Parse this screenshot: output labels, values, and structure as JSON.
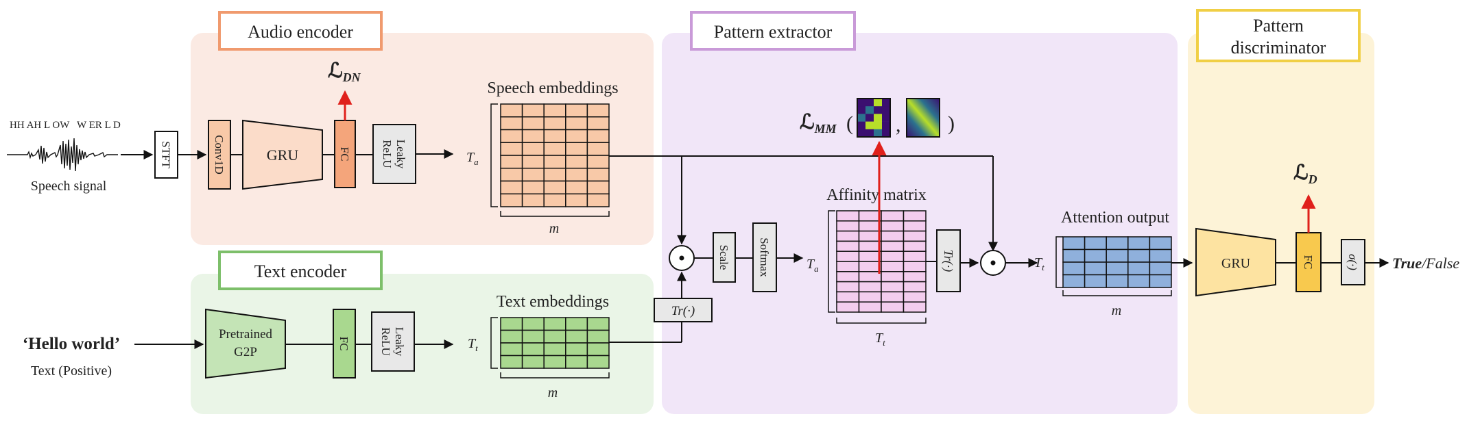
{
  "sections": {
    "audio_encoder": "Audio encoder",
    "text_encoder": "Text encoder",
    "pattern_extractor": "Pattern extractor",
    "pattern_discriminator_line1": "Pattern",
    "pattern_discriminator_line2": "discriminator"
  },
  "inputs": {
    "phonemes": "HH AH L OW   W ER L D",
    "speech_signal": "Speech signal",
    "text_value": "‘Hello world’",
    "text_caption": "Text (Positive)"
  },
  "blocks": {
    "stft": "STFT",
    "conv1d": "Conv1D",
    "gru": "GRU",
    "fc": "FC",
    "leaky_line1": "Leaky",
    "leaky_line2": "ReLU",
    "g2p_line1": "Pretrained",
    "g2p_line2": "G2P",
    "scale": "Scale",
    "softmax": "Softmax",
    "transpose": "Tr(·)",
    "sigma": "σ(·)",
    "dot": "⊙"
  },
  "matrices": {
    "speech": {
      "title": "Speech embeddings",
      "rows_label": "T",
      "rows_sub": "a",
      "cols_label": "m",
      "rows": 8,
      "cols": 5,
      "color": "#f8c9a8"
    },
    "text": {
      "title": "Text embeddings",
      "rows_label": "T",
      "rows_sub": "t",
      "cols_label": "m",
      "rows": 4,
      "cols": 5,
      "color": "#a9d88f"
    },
    "affinity": {
      "title": "Affinity matrix",
      "rows_label": "T",
      "rows_sub": "a",
      "cols_label": "T",
      "cols_sub": "t",
      "rows": 10,
      "cols": 4,
      "color": "#f3cdee"
    },
    "attention": {
      "title": "Attention output",
      "rows_label": "T",
      "rows_sub": "t",
      "cols_label": "m",
      "rows": 4,
      "cols": 5,
      "color": "#8fb0dc"
    }
  },
  "losses": {
    "dn_main": "ℒ",
    "dn_sub": "DN",
    "mm_main": "ℒ",
    "mm_sub": "MM",
    "d_main": "ℒ",
    "d_sub": "D"
  },
  "output": {
    "true_label": "True",
    "false_label": "/False"
  },
  "colors": {
    "audio_bg": "#fbeae3",
    "text_bg": "#eaf5e7",
    "pattern_bg": "#f1e6f8",
    "disc_bg": "#fdf3d7",
    "audio_title_border": "#f09a6e",
    "text_title_border": "#7dbf6a",
    "pattern_title_border": "#c99ad8",
    "disc_title_border": "#f0cf45",
    "loss_arrow": "#e0201b"
  }
}
